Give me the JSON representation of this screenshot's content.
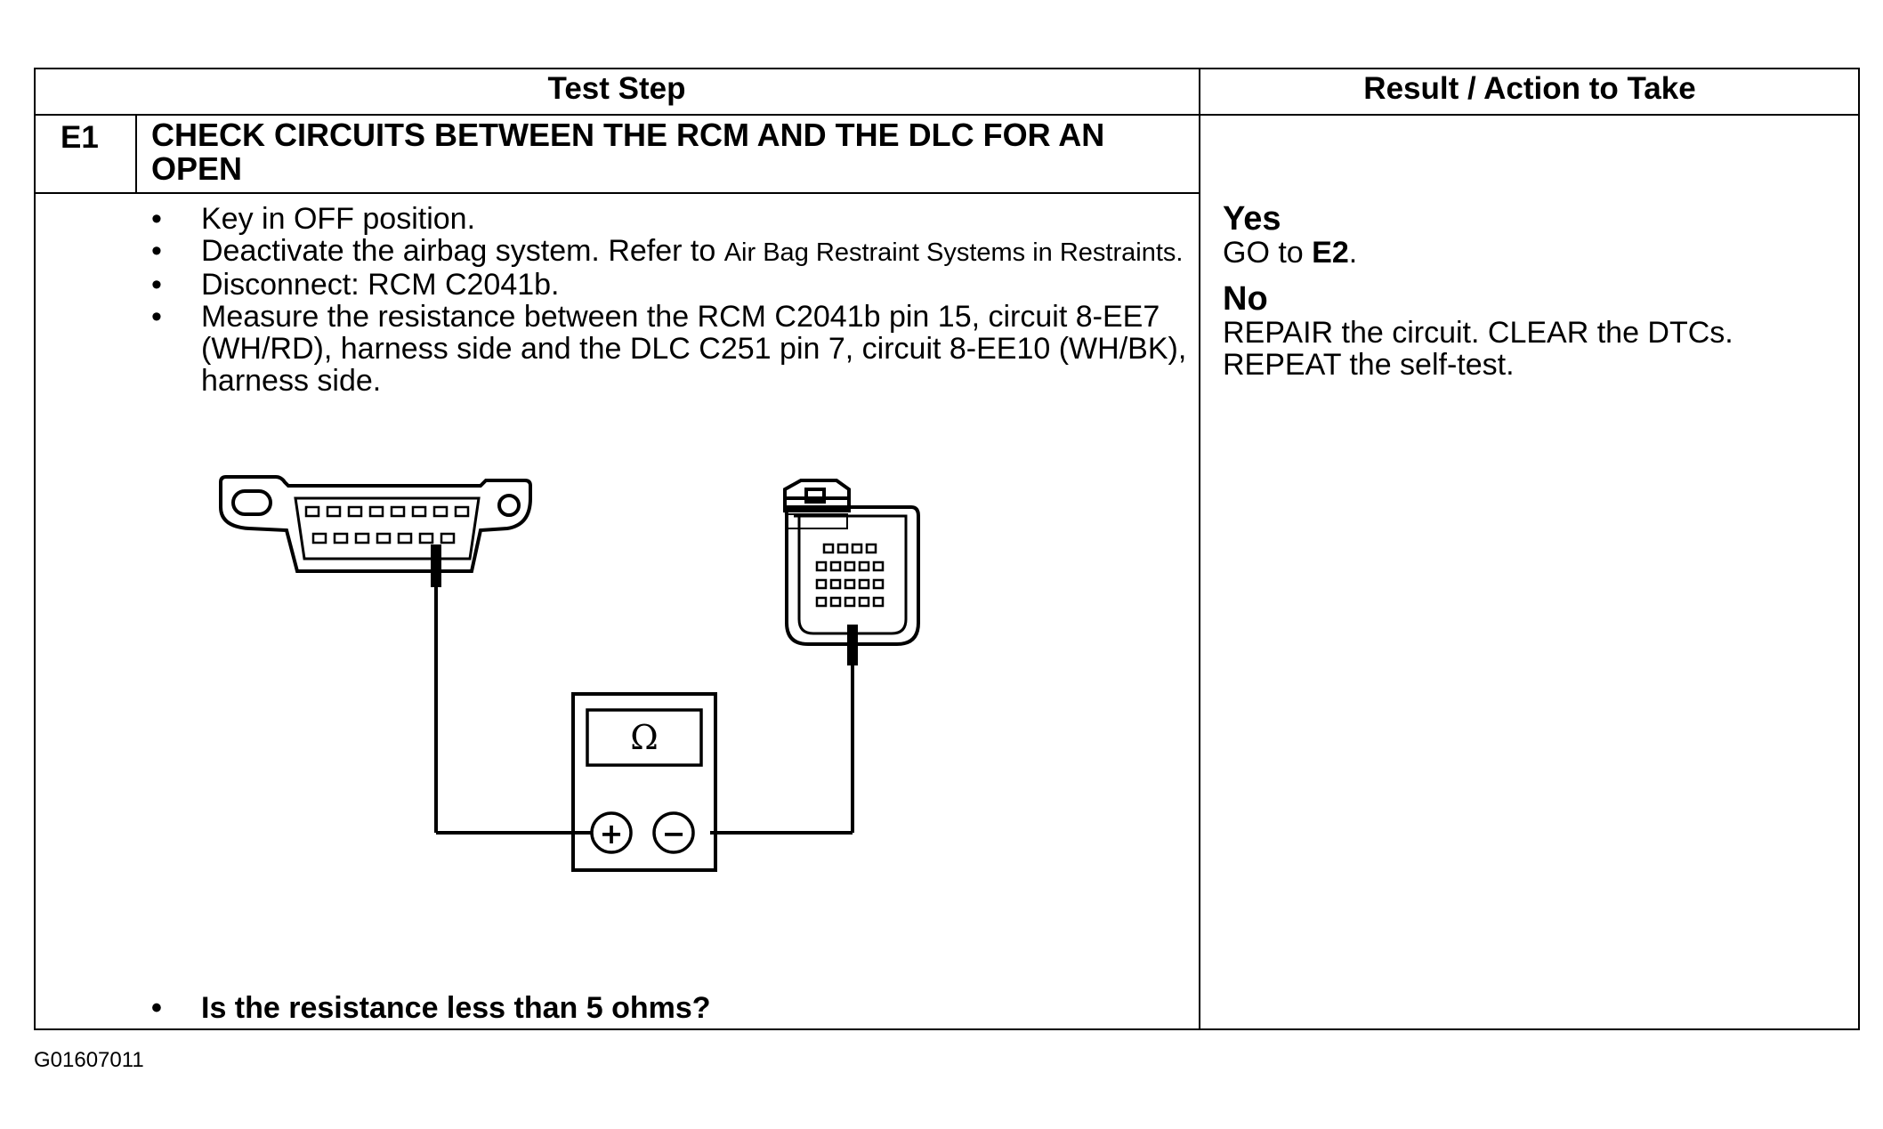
{
  "table": {
    "header_left": "Test Step",
    "header_right": "Result / Action to Take",
    "step_id": "E1",
    "step_title": "CHECK CIRCUITS BETWEEN THE RCM AND THE DLC FOR AN OPEN",
    "bullets": [
      {
        "text": "Key in OFF position."
      },
      {
        "text": "Deactivate the airbag system. Refer to ",
        "ref": "Air Bag Restraint Systems in Restraints."
      },
      {
        "text": "Disconnect: RCM C2041b."
      },
      {
        "text": "Measure the resistance between the RCM C2041b pin 15, circuit 8-EE7 (WH/RD), harness side and the DLC C251 pin 7, circuit 8-EE10 (WH/BK), harness side."
      }
    ],
    "bullet_glyph": "•",
    "question": "Is the resistance less than 5 ohms?",
    "result": {
      "yes_label": "Yes",
      "yes_action_prefix": "GO to ",
      "yes_action_target": "E2",
      "yes_action_suffix": ".",
      "no_label": "No",
      "no_action": "REPAIR the circuit. CLEAR the DTCs. REPEAT the self-test."
    }
  },
  "diagram": {
    "meter_symbol": "Ω",
    "plus_symbol": "+",
    "minus_symbol": "−"
  },
  "footnote": "G01607011"
}
